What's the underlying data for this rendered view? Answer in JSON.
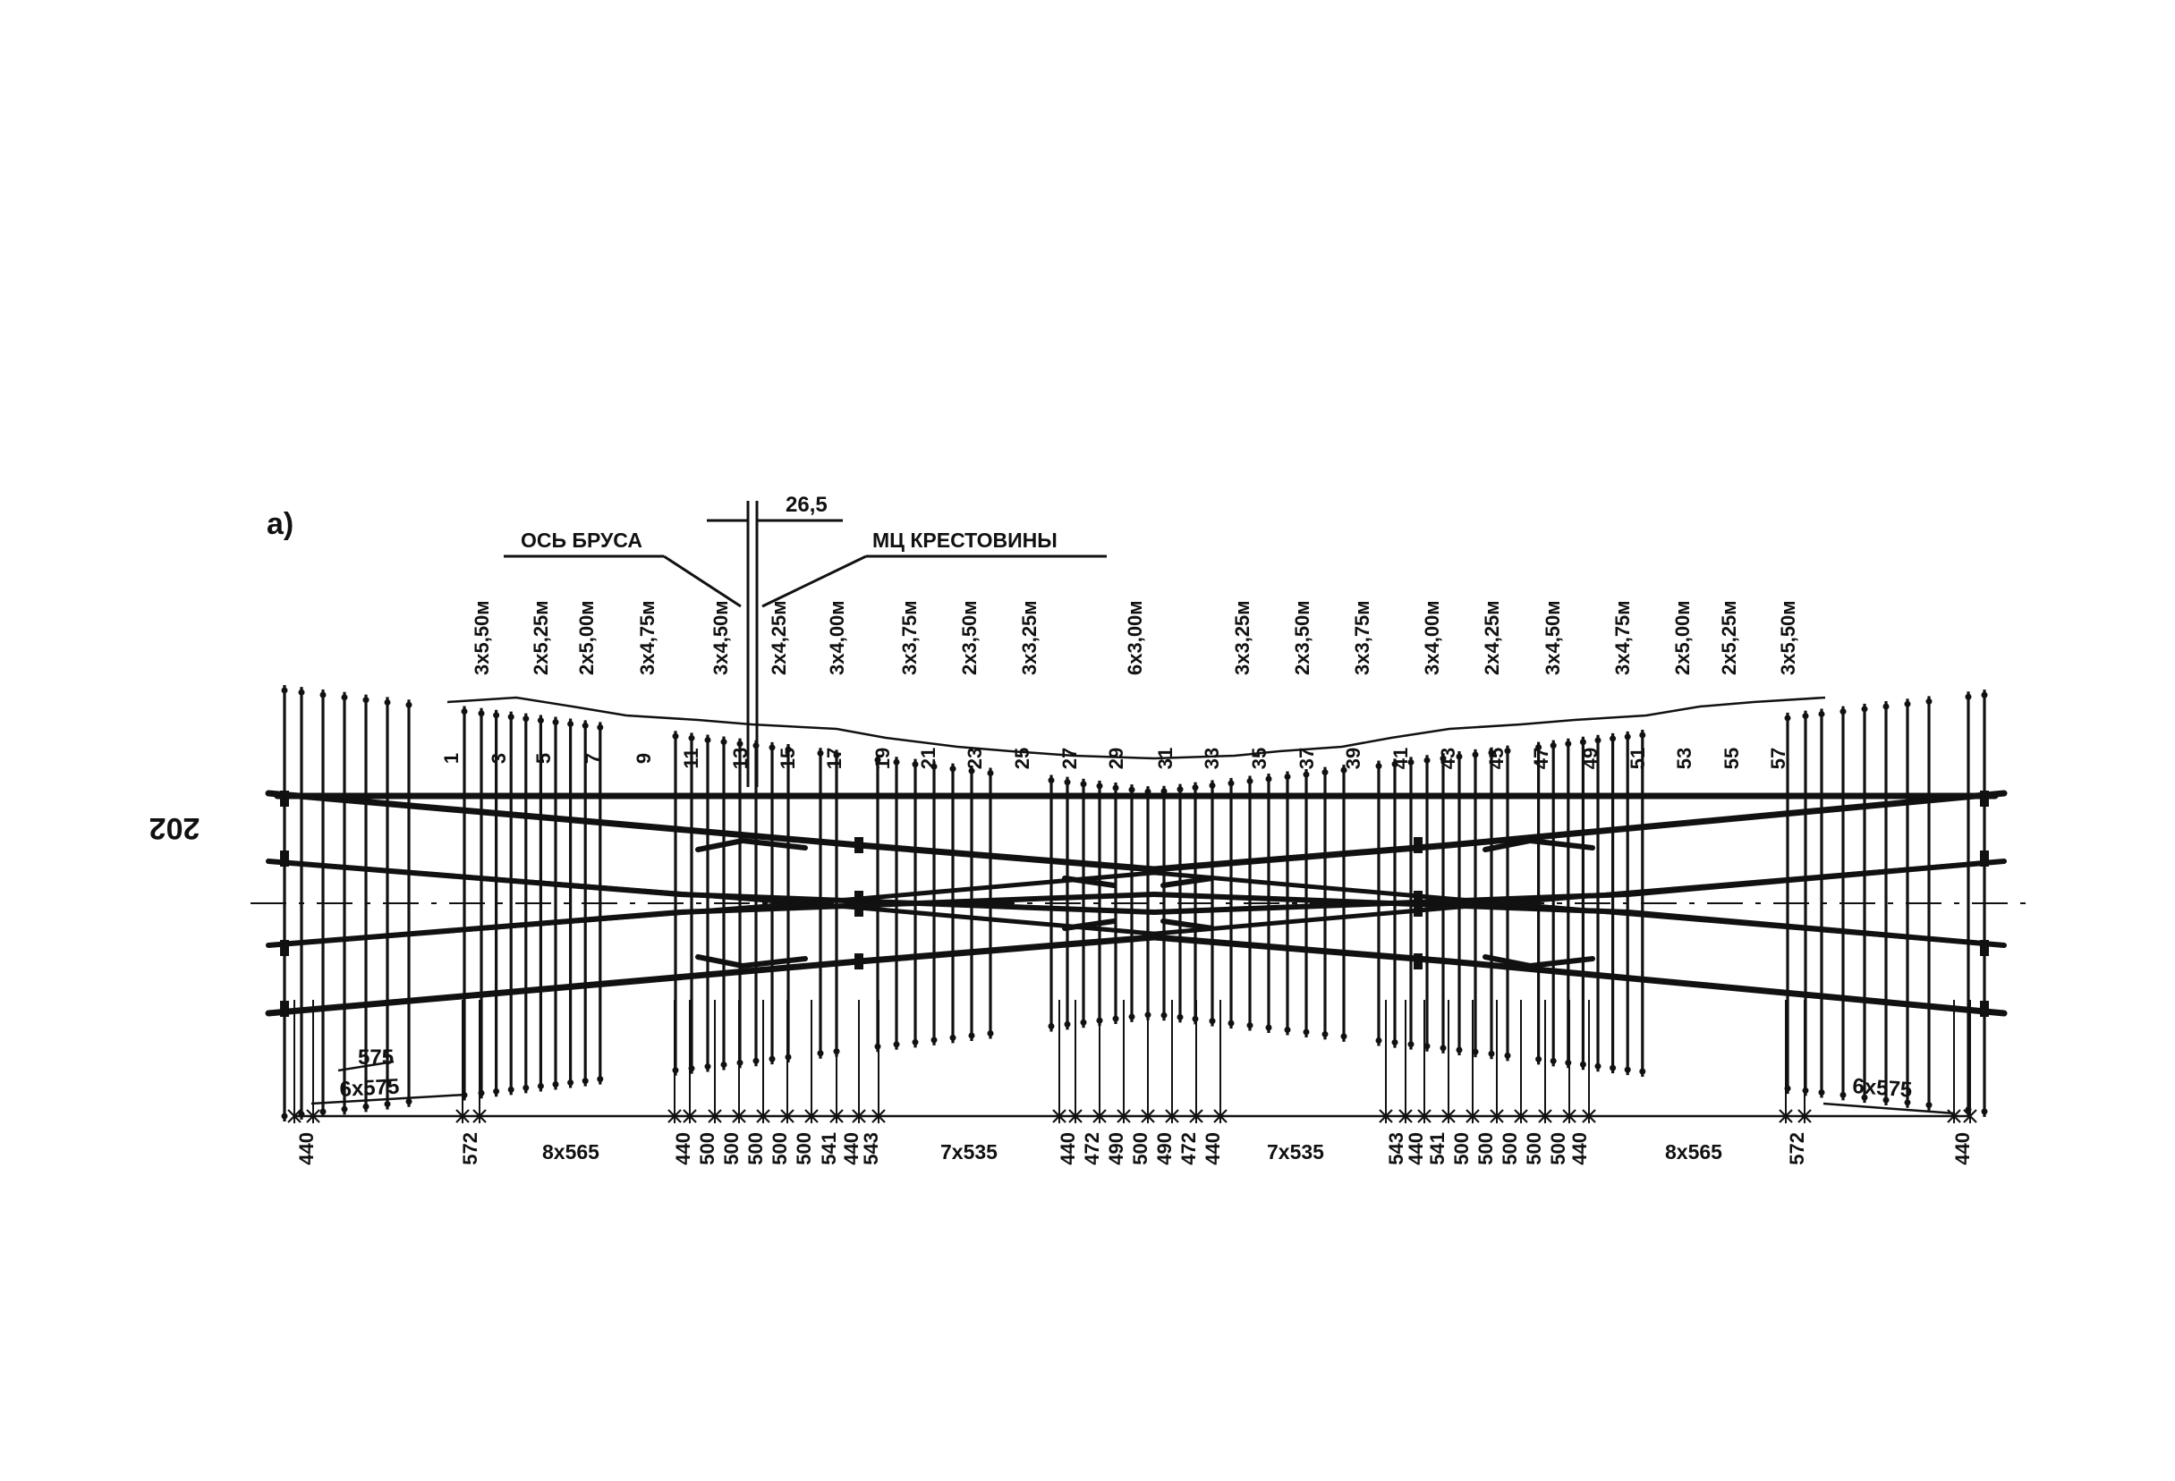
{
  "page_number": "202",
  "figure_label": "а)",
  "labels": {
    "bar_axis": "ОСЬ БРУСА",
    "frog_center": "МЦ КРЕСТОВИНЫ",
    "offset": "26,5"
  },
  "bar_length_groups": [
    "3х5,50м",
    "2х5,25м",
    "2х5,00м",
    "3х4,75м",
    "3х4,50м",
    "2х4,25м",
    "3х4,00м",
    "3х3,75м",
    "2х3,50м",
    "3х3,25м",
    "6х3,00м",
    "3х3,25м",
    "2х3,50м",
    "3х3,75м",
    "3х4,00м",
    "2х4,25м",
    "3х4,50м",
    "3х4,75м",
    "2х5,00м",
    "2х5,25м",
    "3х5,50м"
  ],
  "bar_numbers": [
    "1",
    "3",
    "5",
    "7",
    "9",
    "11",
    "13",
    "15",
    "17",
    "19",
    "21",
    "23",
    "25",
    "27",
    "29",
    "31",
    "33",
    "35",
    "37",
    "39",
    "41",
    "43",
    "45",
    "47",
    "49",
    "51",
    "53",
    "55",
    "57"
  ],
  "spacing_dimensions": [
    "440",
    "572",
    "8х565",
    "440",
    "500",
    "500",
    "500",
    "500",
    "500",
    "541",
    "440",
    "543",
    "7х535",
    "440",
    "472",
    "490",
    "500",
    "490",
    "472",
    "440",
    "7х535",
    "543",
    "440",
    "541",
    "500",
    "500",
    "500",
    "500",
    "500",
    "440",
    "8х565",
    "572",
    "440"
  ],
  "detail_dimensions": {
    "left_single": "575",
    "left_group": "6х575",
    "right_group": "6х575"
  },
  "colors": {
    "ink": "#111111",
    "paper": "#ffffff"
  }
}
